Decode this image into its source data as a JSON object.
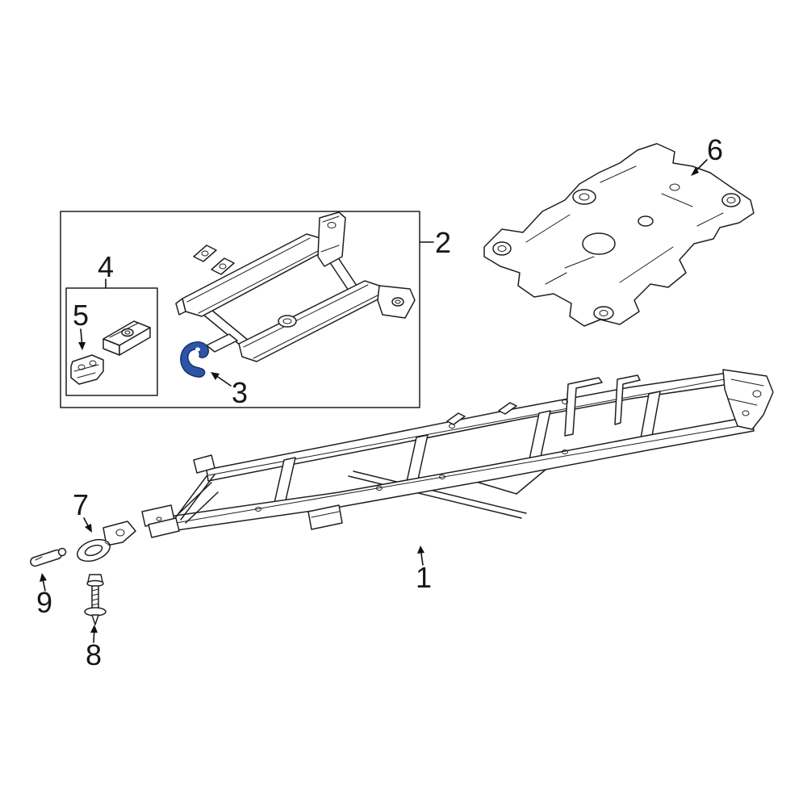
{
  "diagram": {
    "subject": "vehicle-frame-exploded-parts-diagram",
    "colors": {
      "line": "#1f1f1f",
      "background": "#ffffff",
      "highlight": "#2e55a5",
      "highlight_outline": "#16306b"
    },
    "callouts": [
      {
        "label": "1",
        "part": "frame-assembly"
      },
      {
        "label": "2",
        "part": "front-frame-section"
      },
      {
        "label": "3",
        "part": "highlighted-bracket"
      },
      {
        "label": "4",
        "part": "mounting-bracket"
      },
      {
        "label": "5",
        "part": "retainer-clip"
      },
      {
        "label": "6",
        "part": "rear-crossmember"
      },
      {
        "label": "7",
        "part": "tow-hook"
      },
      {
        "label": "8",
        "part": "bolt"
      },
      {
        "label": "9",
        "part": "pin"
      }
    ]
  }
}
